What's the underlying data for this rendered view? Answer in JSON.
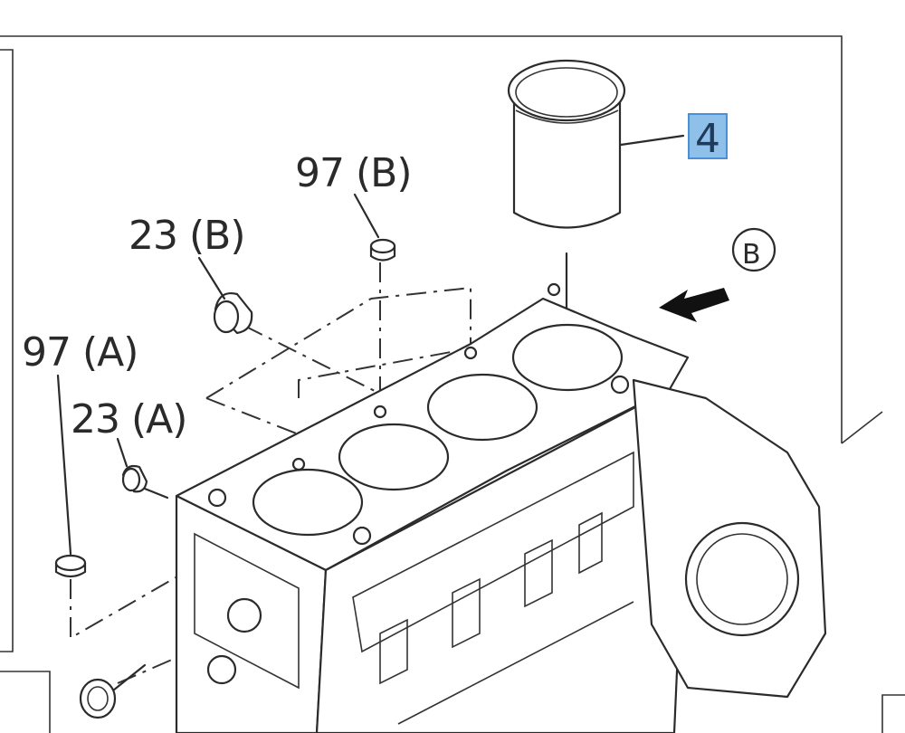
{
  "callouts": {
    "a": "97 (B)",
    "b": "23 (B)",
    "c": "97 (A)",
    "d": "23 (A)",
    "e": "4",
    "f": "B"
  },
  "colors": {
    "highlight_fill": "#8fc0ea",
    "highlight_border": "#4a90d9",
    "line": "#2b2b2b"
  }
}
